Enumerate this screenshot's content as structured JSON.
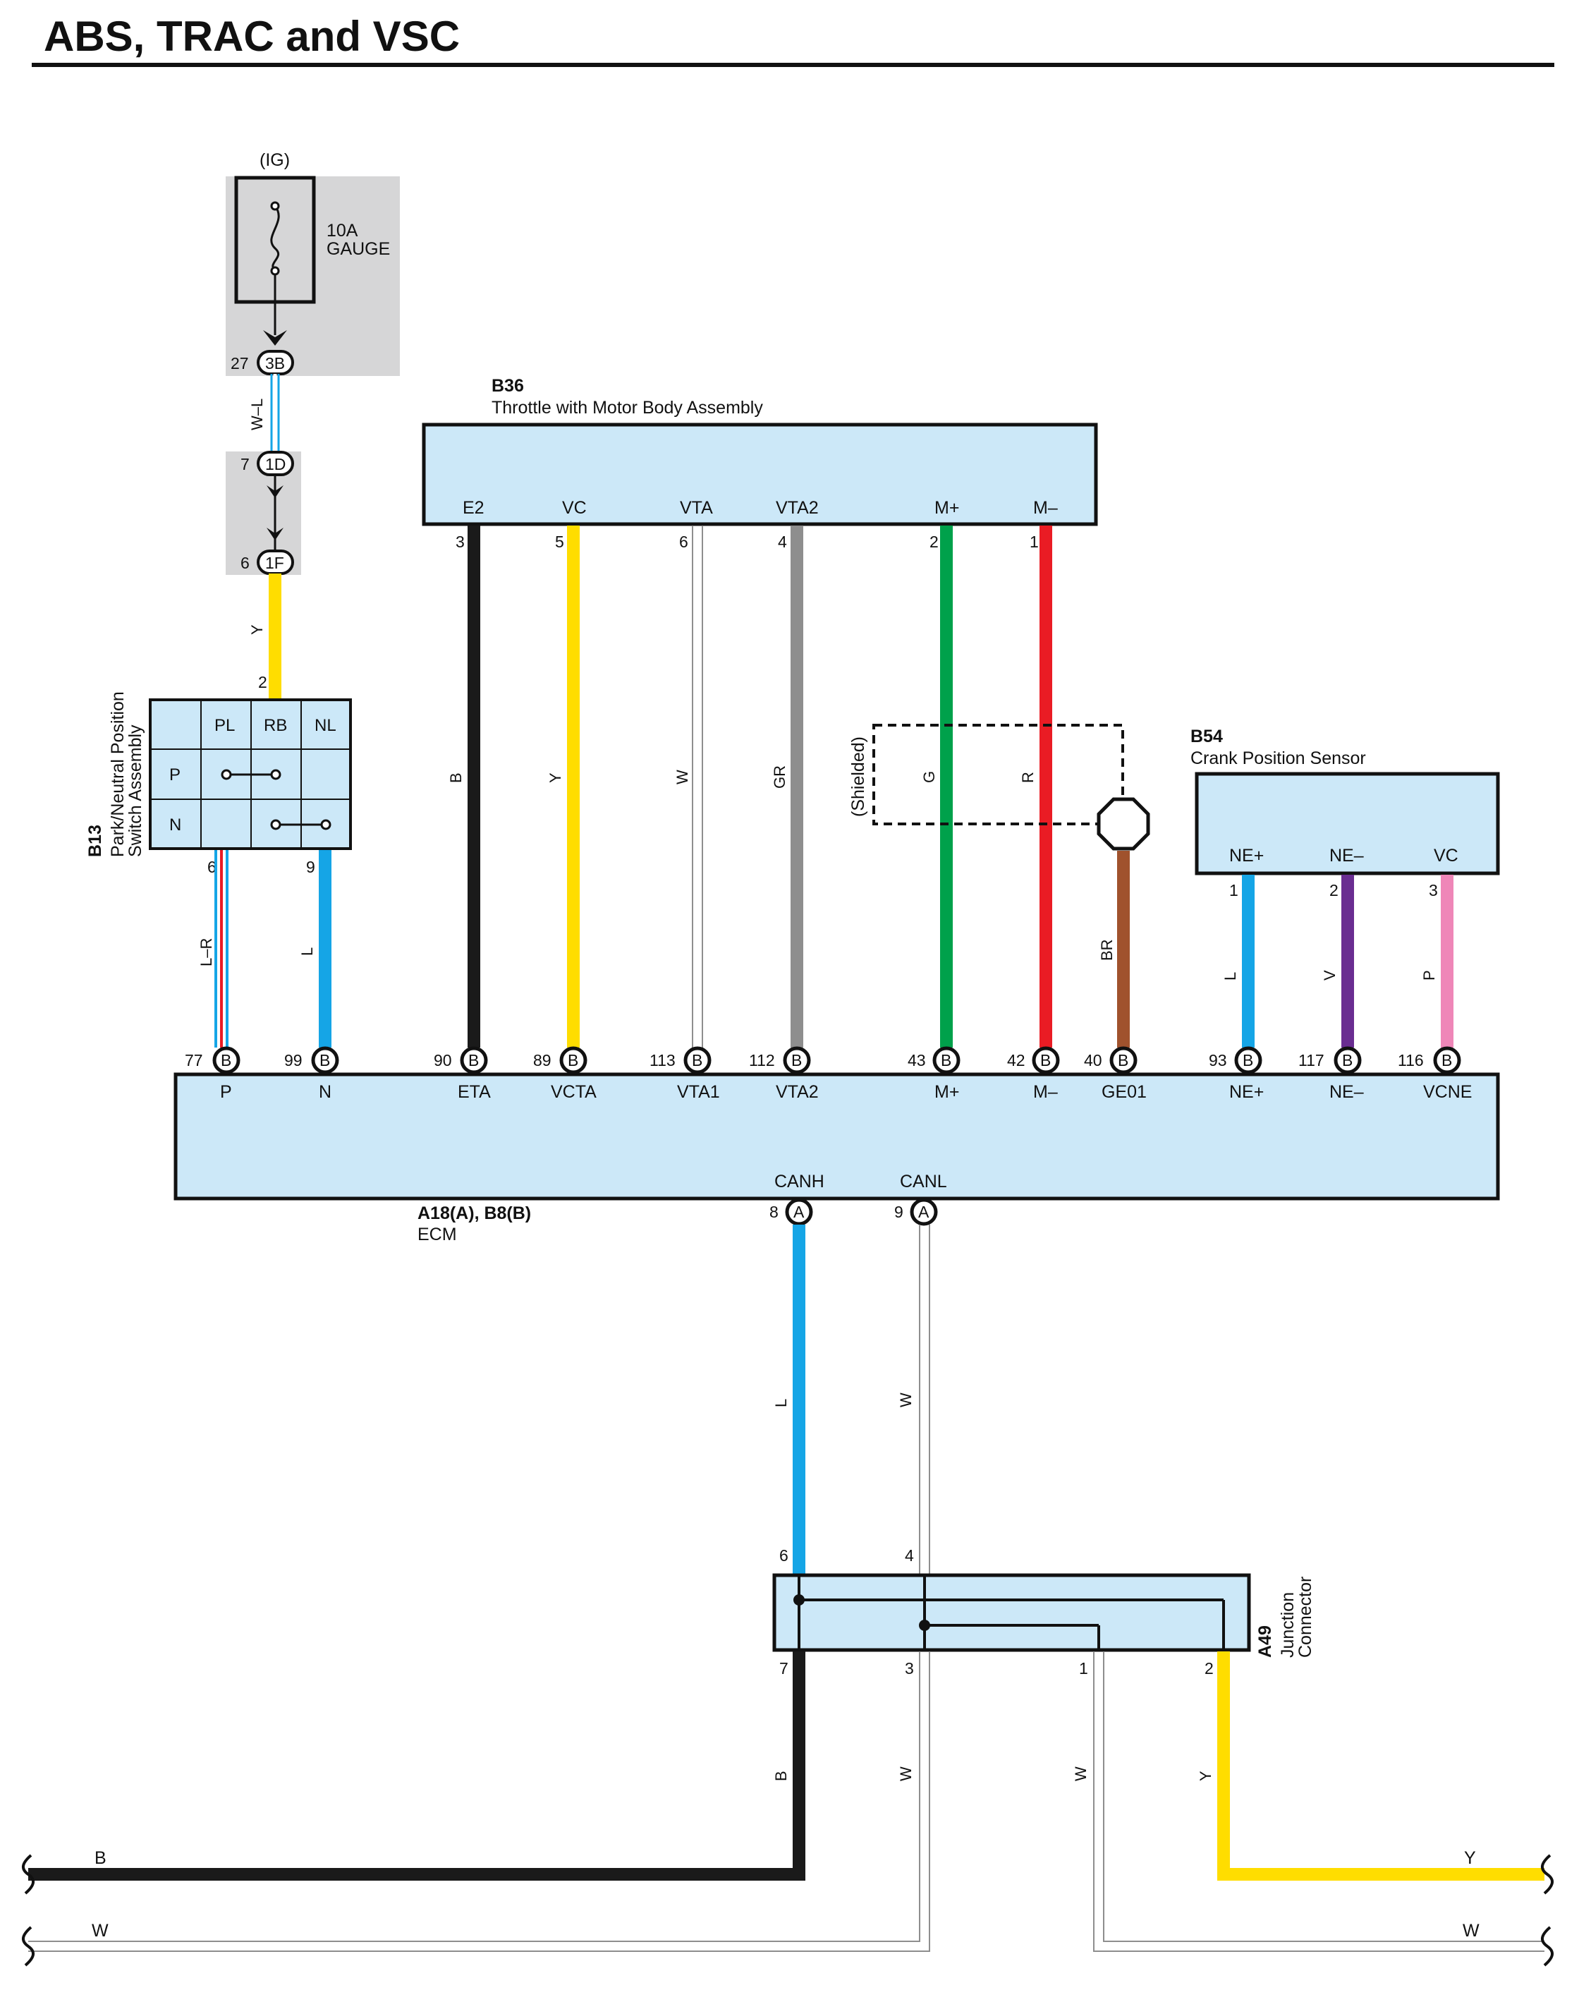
{
  "title": "ABS, TRAC and VSC",
  "colors": {
    "box_fill": "#cce8f8",
    "fuse_bg": "#d6d6d7",
    "B": "#1a1a1a",
    "W": "#ffffff",
    "Y": "#ffdd00",
    "GR": "#8e8e8e",
    "G": "#00a14b",
    "R": "#ea1c24",
    "BR": "#a0522d",
    "L": "#15a5e6",
    "V": "#6a2d91",
    "P": "#ef86b8",
    "LR_red": "#ea1c24"
  },
  "fuse": {
    "circuit": "(IG)",
    "rating": "10A",
    "name": "GAUGE"
  },
  "fuse_connectors": [
    {
      "pin": "27",
      "code": "3B"
    },
    {
      "pin": "7",
      "code": "1D"
    },
    {
      "pin": "6",
      "code": "1F"
    }
  ],
  "fuse_wires": {
    "upper": "W–L",
    "lower": "Y"
  },
  "b36": {
    "code": "B36",
    "name": "Throttle with Motor Body Assembly",
    "terminals": [
      {
        "label": "E2",
        "pin": "3",
        "wire": "B"
      },
      {
        "label": "VC",
        "pin": "5",
        "wire": "Y"
      },
      {
        "label": "VTA",
        "pin": "6",
        "wire": "W"
      },
      {
        "label": "VTA2",
        "pin": "4",
        "wire": "GR"
      },
      {
        "label": "M+",
        "pin": "2",
        "wire": "G"
      },
      {
        "label": "M–",
        "pin": "1",
        "wire": "R"
      }
    ]
  },
  "shielded": {
    "label": "(Shielded)",
    "ground_wire": "BR"
  },
  "b13": {
    "code": "B13",
    "name_line1": "Park/Neutral Position",
    "name_line2": "Switch Assembly",
    "columns": [
      "PL",
      "RB",
      "NL"
    ],
    "rows": [
      "P",
      "N"
    ],
    "pin_in": "2",
    "pins_out": [
      {
        "pin": "6",
        "wire": "L–R"
      },
      {
        "pin": "9",
        "wire": "L"
      }
    ]
  },
  "b54": {
    "code": "B54",
    "name": "Crank Position Sensor",
    "terminals": [
      {
        "label": "NE+",
        "pin": "1",
        "wire": "L"
      },
      {
        "label": "NE–",
        "pin": "2",
        "wire": "V"
      },
      {
        "label": "VC",
        "pin": "3",
        "wire": "P"
      }
    ]
  },
  "ecm": {
    "code": "A18(A), B8(B)",
    "name": "ECM",
    "terminals": [
      {
        "pin": "77",
        "conn": "B",
        "label": "P"
      },
      {
        "pin": "99",
        "conn": "B",
        "label": "N"
      },
      {
        "pin": "90",
        "conn": "B",
        "label": "ETA"
      },
      {
        "pin": "89",
        "conn": "B",
        "label": "VCTA"
      },
      {
        "pin": "113",
        "conn": "B",
        "label": "VTA1"
      },
      {
        "pin": "112",
        "conn": "B",
        "label": "VTA2"
      },
      {
        "pin": "43",
        "conn": "B",
        "label": "M+"
      },
      {
        "pin": "42",
        "conn": "B",
        "label": "M–"
      },
      {
        "pin": "40",
        "conn": "B",
        "label": "GE01"
      },
      {
        "pin": "93",
        "conn": "B",
        "label": "NE+"
      },
      {
        "pin": "117",
        "conn": "B",
        "label": "NE–"
      },
      {
        "pin": "116",
        "conn": "B",
        "label": "VCNE"
      }
    ],
    "can_terminals": [
      {
        "label": "CANH",
        "pin": "8",
        "conn": "A",
        "wire": "L"
      },
      {
        "label": "CANL",
        "pin": "9",
        "conn": "A",
        "wire": "W"
      }
    ]
  },
  "a49": {
    "code": "A49",
    "name_line1": "Junction",
    "name_line2": "Connector",
    "top_pins": [
      "6",
      "4"
    ],
    "bottom_pins": [
      {
        "pin": "7",
        "wire": "B"
      },
      {
        "pin": "3",
        "wire": "W"
      },
      {
        "pin": "1",
        "wire": "W"
      },
      {
        "pin": "2",
        "wire": "Y"
      }
    ]
  },
  "bus_lines": [
    {
      "label": "B",
      "side": "left"
    },
    {
      "label": "W",
      "side": "left"
    },
    {
      "label": "Y",
      "side": "right"
    },
    {
      "label": "W",
      "side": "right"
    }
  ]
}
